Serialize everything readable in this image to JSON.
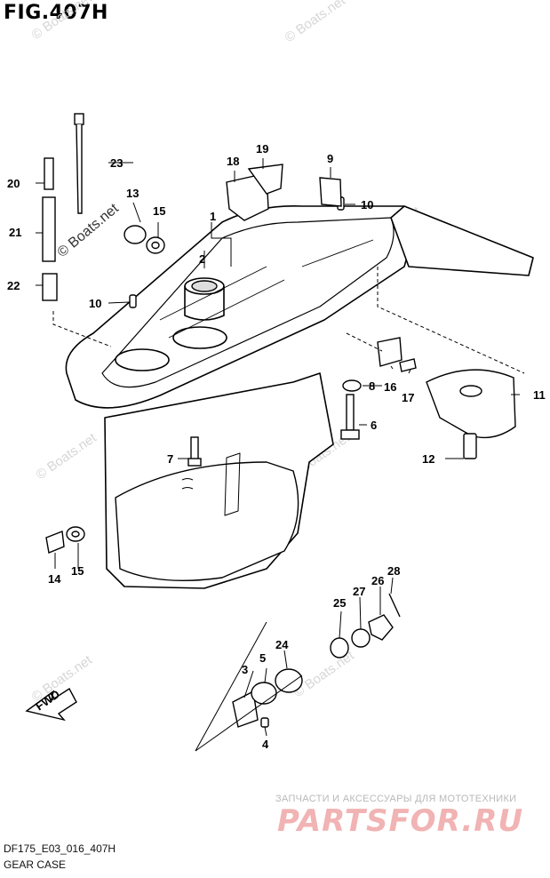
{
  "figure_title": "FIG.407H",
  "model_code": "DF175_E03_016_407H",
  "caption": "GEAR CASE",
  "watermark_site": "© Boats.net",
  "inline_watermark": "© Boats.net",
  "parts_tagline": "ЗАПЧАСТИ И АКСЕССУАРЫ ДЛЯ МОТОТЕХНИКИ",
  "parts_logo": "PARTSFOR.RU",
  "fwd_label": "FWD",
  "callouts": [
    "1",
    "2",
    "3",
    "4",
    "5",
    "6",
    "7",
    "8",
    "9",
    "10",
    "10",
    "11",
    "12",
    "13",
    "14",
    "15",
    "15",
    "16",
    "17",
    "18",
    "19",
    "20",
    "21",
    "22",
    "23",
    "24",
    "25",
    "26",
    "27",
    "28"
  ]
}
